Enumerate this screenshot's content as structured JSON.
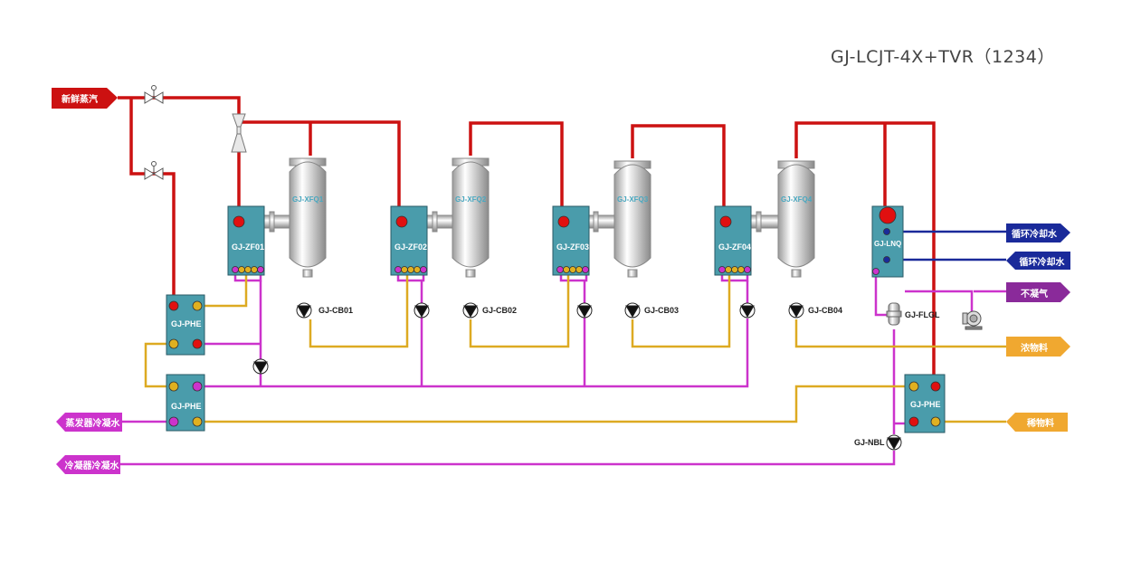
{
  "title": "GJ-LCJT-4X+TVR（1234）",
  "streams": {
    "fresh_steam": "新鲜蒸汽",
    "cooling_water_1": "循环冷却水",
    "cooling_water_2": "循环冷却水",
    "noncondensable_gas": "不凝气",
    "concentrate": "浓物料",
    "dilute_feed": "稀物料",
    "evaporator_condensate": "蒸发器冷凝水",
    "condenser_condensate": "冷凝器冷凝水"
  },
  "heaters": [
    "GJ-ZF01",
    "GJ-ZF02",
    "GJ-ZF03",
    "GJ-ZF04"
  ],
  "separators": [
    "GJ-XFQ1",
    "GJ-XFQ2",
    "GJ-XFQ3",
    "GJ-XFQ4"
  ],
  "pumps": [
    "GJ-CB01",
    "GJ-CB02",
    "GJ-CB03",
    "GJ-CB04"
  ],
  "condenser": "GJ-LNQ",
  "gas_liquid_separator": "GJ-FLGL",
  "condensate_pump": "GJ-NBL",
  "plate_exchangers": {
    "phe_upper_left": "GJ-PHE",
    "phe_lower_left": "GJ-PHE",
    "phe_right": "GJ-PHE"
  },
  "colors": {
    "steam": "#cc1111",
    "condensate": "#cc33cc",
    "feed": "#ddaa22",
    "cooling": "#1a2a9a",
    "gas": "#8a2a9a",
    "unit": "#4a9cab",
    "concentrate_arrow": "#f0a830"
  }
}
